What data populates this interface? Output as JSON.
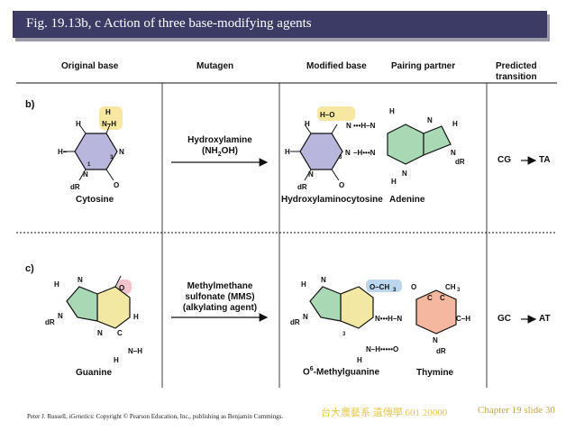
{
  "title": "Fig. 19.13b, c  Action of three base-modifying agents",
  "headers": {
    "original_base": "Original base",
    "mutagen": "Mutagen",
    "modified_base": "Modified base",
    "pairing_partner": "Pairing partner",
    "predicted_transition": "Predicted transition"
  },
  "panel_b": {
    "label": "b)",
    "original_name": "Cytosine",
    "mutagen_line1": "Hydroxylamine",
    "mutagen_line2": "(NH",
    "mutagen_sub": "2",
    "mutagen_line2_end": "OH)",
    "modified_name": "Hydroxylaminocytosine",
    "partner_name": "Adenine",
    "transition_from": "CG",
    "transition_to": "TA"
  },
  "panel_c": {
    "label": "c)",
    "original_name": "Guanine",
    "mutagen_line1": "Methylmethane",
    "mutagen_line2": "sulfonate (MMS)",
    "mutagen_line3": "(alkylating agent)",
    "modified_name_prefix": "O",
    "modified_name_sup": "6",
    "modified_name_rest": "-Methylguanine",
    "partner_name": "Thymine",
    "transition_from": "GC",
    "transition_to": "AT"
  },
  "footer": {
    "author": "Peter J. Russell, ",
    "book": "iGenetics",
    "rest": ": Copyright © Pearson Education, Inc., publishing as Benjamin Cummings."
  },
  "stamp": "台大農藝系 遺傳學 601 20000",
  "slide_label": "Chapter 19 slide 30",
  "colors": {
    "title_bar": "#3b3b66",
    "pyrimidine_purple": "#b9b6de",
    "adenine_green": "#a8d8b4",
    "guanine_yellow": "#f3e7a4",
    "thymine_orange": "#f6b79f",
    "highlight_yellow": "#f7e7a0",
    "highlight_blue": "#bcd6ee",
    "highlight_pink": "#f3c4cc"
  }
}
